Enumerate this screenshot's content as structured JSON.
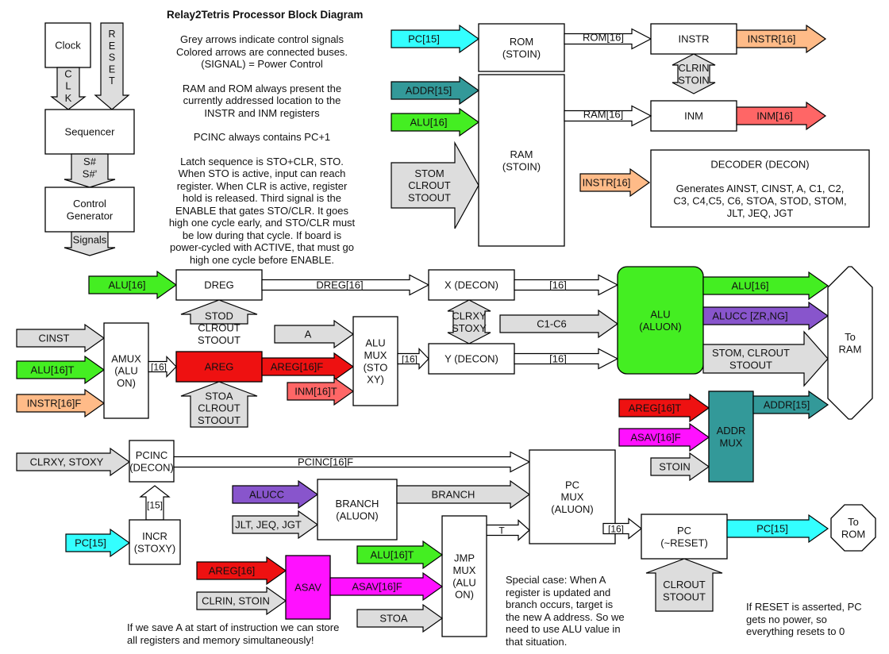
{
  "title": "Relay2Tetris Processor Block Diagram",
  "notes": [
    "Grey arrows indicate control signals\nColored arrows are connected buses.\n(SIGNAL) = Power Control",
    "RAM and ROM always present the\ncurrently addressed location to the\nINSTR and INM registers",
    "PCINC always contains PC+1",
    "Latch sequence is STO+CLR, STO.\nWhen STO is active, input can reach\nregister. When CLR is active, register\nhold is released. Third signal is the\nENABLE that gates STO/CLR. It goes\nhigh one cycle early, and STO/CLR must\nbe low during that cycle. If board is\npower-cycled with ACTIVE, that must go\nhigh one cycle before ENABLE."
  ],
  "footnotes": {
    "save_a": "If we save A at start of instruction we can store\nall registers and memory simultaneously!",
    "special": "Special case: When A\nregister is updated and\nbranch occurs, target is\nthe new A address. So we\nneed to use ALU value in\nthat situation.",
    "reset": "If RESET is asserted, PC\ngets no power, so\neverything resets to 0"
  },
  "colors": {
    "cyan": "#33ffff",
    "teal": "#339999",
    "green": "#44ee22",
    "orange": "#ffbb88",
    "salmon": "#ff6666",
    "red": "#ee1111",
    "magenta": "#ff11ff",
    "purple": "#8855cc",
    "grey": "#dddddd",
    "alu_fill": "#44ee22",
    "areg_fill": "#ee1111",
    "asav_fill": "#ff11ff",
    "addrmux_fill": "#339999"
  },
  "blocks": [
    {
      "id": "clock",
      "label": "Clock"
    },
    {
      "id": "sequencer",
      "label": "Sequencer"
    },
    {
      "id": "control-generator",
      "label": "Control\nGenerator"
    },
    {
      "id": "rom",
      "label": "ROM\n(STOIN)"
    },
    {
      "id": "ram",
      "label": "RAM\n(STOIN)"
    },
    {
      "id": "instr",
      "label": "INSTR"
    },
    {
      "id": "inm",
      "label": "INM"
    },
    {
      "id": "decoder",
      "label": "DECODER (DECON)\n \nGenerates AINST, CINST, A, C1, C2,\nC3, C4,C5, C6, STOA, STOD, STOM,\nJLT, JEQ, JGT"
    },
    {
      "id": "dreg",
      "label": "DREG"
    },
    {
      "id": "x-decon",
      "label": "X (DECON)"
    },
    {
      "id": "y-decon",
      "label": "Y (DECON)"
    },
    {
      "id": "amux",
      "label": "AMUX\n(ALU\nON)"
    },
    {
      "id": "areg",
      "label": "AREG"
    },
    {
      "id": "alu-mux",
      "label": "ALU\nMUX\n(STO\nXY)"
    },
    {
      "id": "alu",
      "label": "ALU\n(ALUON)"
    },
    {
      "id": "to-ram",
      "label": "To\nRAM"
    },
    {
      "id": "addr-mux",
      "label": "ADDR\nMUX"
    },
    {
      "id": "pcinc",
      "label": "PCINC\n(DECON)"
    },
    {
      "id": "incr",
      "label": "INCR\n(STOXY)"
    },
    {
      "id": "branch",
      "label": "BRANCH\n(ALUON)"
    },
    {
      "id": "pc-mux",
      "label": "PC\nMUX\n(ALUON)"
    },
    {
      "id": "jmp-mux",
      "label": "JMP\nMUX\n(ALU\nON)"
    },
    {
      "id": "asav",
      "label": "ASAV"
    },
    {
      "id": "pc",
      "label": "PC\n(~RESET)"
    },
    {
      "id": "to-rom",
      "label": "To\nROM"
    }
  ],
  "signals": [
    {
      "id": "pc15-in",
      "label": "PC[15]"
    },
    {
      "id": "addr15-in",
      "label": "ADDR[15]"
    },
    {
      "id": "alu16-ram",
      "label": "ALU[16]"
    },
    {
      "id": "stom-ram",
      "label": "STOM\nCLROUT\nSTOOUT"
    },
    {
      "id": "rom16",
      "label": "ROM[16]"
    },
    {
      "id": "ram16",
      "label": "RAM[16]"
    },
    {
      "id": "instr16-out",
      "label": "INSTR[16]"
    },
    {
      "id": "inm16-out",
      "label": "INM[16]"
    },
    {
      "id": "clrin-stoin",
      "label": "CLRIN\nSTOIN"
    },
    {
      "id": "instr16-dec",
      "label": "INSTR[16]"
    },
    {
      "id": "clk",
      "label": "C\nL\nK"
    },
    {
      "id": "reset",
      "label": "R\nE\nS\nE\nT"
    },
    {
      "id": "s-hash",
      "label": "S#\nS#'"
    },
    {
      "id": "signals-out",
      "label": "Signals"
    },
    {
      "id": "alu16-dreg",
      "label": "ALU[16]"
    },
    {
      "id": "dreg16",
      "label": "DREG[16]"
    },
    {
      "id": "x16",
      "label": "[16]"
    },
    {
      "id": "stod",
      "label": "STOD\nCLROUT\nSTOOUT"
    },
    {
      "id": "clrxy-stoxy",
      "label": "CLRXY\nSTOXY"
    },
    {
      "id": "c1c6",
      "label": "C1-C6"
    },
    {
      "id": "a-sig",
      "label": "A"
    },
    {
      "id": "cinst",
      "label": "CINST"
    },
    {
      "id": "alu16t-amux",
      "label": "ALU[16]T"
    },
    {
      "id": "instr16f",
      "label": "INSTR[16]F"
    },
    {
      "id": "amux16",
      "label": "[16]"
    },
    {
      "id": "areg16f",
      "label": "AREG[16]F"
    },
    {
      "id": "inm16t",
      "label": "INM[16]T"
    },
    {
      "id": "stoa",
      "label": "STOA\nCLROUT\nSTOOUT"
    },
    {
      "id": "mux16",
      "label": "[16]"
    },
    {
      "id": "y16",
      "label": "[16]"
    },
    {
      "id": "alu16-out",
      "label": "ALU[16]"
    },
    {
      "id": "alucc-out",
      "label": "ALUCC [ZR,NG]"
    },
    {
      "id": "stom-out",
      "label": "STOM, CLROUT\nSTOOUT"
    },
    {
      "id": "areg16t",
      "label": "AREG[16]T"
    },
    {
      "id": "asav16f-addr",
      "label": "ASAV[16]F"
    },
    {
      "id": "stoin",
      "label": "STOIN"
    },
    {
      "id": "addr15-out",
      "label": "ADDR[15]"
    },
    {
      "id": "clrxy-pcinc",
      "label": "CLRXY, STOXY"
    },
    {
      "id": "pcinc16f",
      "label": "PCINC[16]F"
    },
    {
      "id": "incr15",
      "label": "[15]"
    },
    {
      "id": "pc15-incr",
      "label": "PC[15]"
    },
    {
      "id": "alucc",
      "label": "ALUCC"
    },
    {
      "id": "jlt",
      "label": "JLT, JEQ, JGT"
    },
    {
      "id": "branch-sig",
      "label": "BRANCH"
    },
    {
      "id": "t-sig",
      "label": "T"
    },
    {
      "id": "alu16t-jmp",
      "label": "ALU[16]T"
    },
    {
      "id": "areg16-asav",
      "label": "AREG[16]"
    },
    {
      "id": "clrin-stoin2",
      "label": "CLRIN, STOIN"
    },
    {
      "id": "asav16f-jmp",
      "label": "ASAV[16]F"
    },
    {
      "id": "stoa-jmp",
      "label": "STOA"
    },
    {
      "id": "pcmux16",
      "label": "[16]"
    },
    {
      "id": "clrout-pc",
      "label": "CLROUT\nSTOOUT"
    },
    {
      "id": "pc15-out",
      "label": "PC[15]"
    }
  ]
}
